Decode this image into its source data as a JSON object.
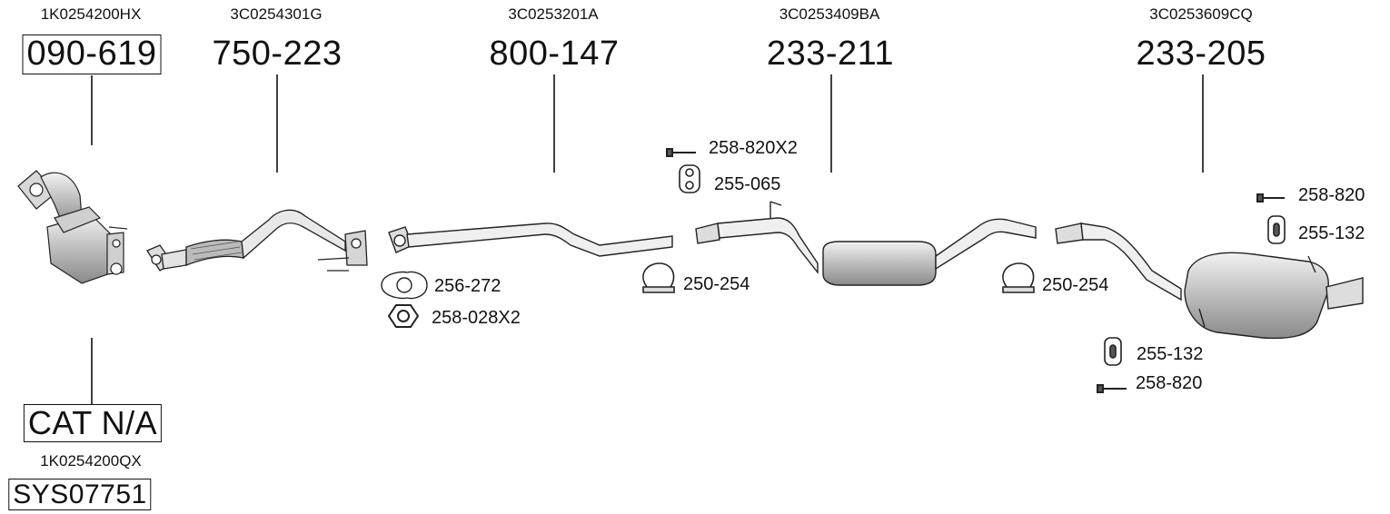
{
  "parts": [
    {
      "oem": "1K0254200HX",
      "number": "090-619"
    },
    {
      "oem": "3C0254301G",
      "number": "750-223"
    },
    {
      "oem": "3C0253201A",
      "number": "800-147"
    },
    {
      "oem": "3C0253409BA",
      "number": "233-211"
    },
    {
      "oem": "3C0253609CQ",
      "number": "233-205"
    }
  ],
  "cat": {
    "label": "CAT N/A",
    "oem": "1K0254200QX",
    "number": "SYS07751"
  },
  "accessories": {
    "gasket": "256-272",
    "nut": "258-028X2",
    "clamp_1": "250-254",
    "bolt_top": "258-820X2",
    "hanger_top": "255-065",
    "clamp_2": "250-254",
    "bolt_right": "258-820",
    "hanger_right": "255-132",
    "hanger_lower": "255-132",
    "bolt_lower": "258-820"
  }
}
